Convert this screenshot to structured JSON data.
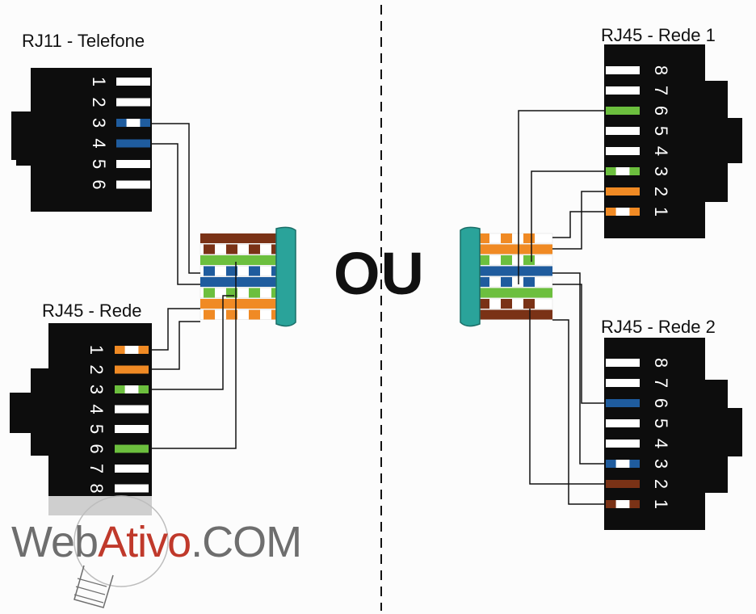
{
  "labels": {
    "rj11": "RJ11 - Telefone",
    "rj45_rede": "RJ45 - Rede",
    "rj45_rede1": "RJ45 - Rede 1",
    "rj45_rede2": "RJ45 - Rede 2",
    "ou": "OU"
  },
  "pins": {
    "rj11": [
      "1",
      "2",
      "3",
      "4",
      "5",
      "6"
    ],
    "rj45": [
      "1",
      "2",
      "3",
      "4",
      "5",
      "6",
      "7",
      "8"
    ]
  },
  "logo": {
    "part1": "Web",
    "part2": "Ativo",
    "part3": ".COM"
  },
  "colors": {
    "green": "#6cbf3e",
    "blue": "#1f5c9e",
    "orange": "#f08a24",
    "brown": "#7a3216",
    "teal": "#2aa39a",
    "connector": "#0d0d0d"
  }
}
